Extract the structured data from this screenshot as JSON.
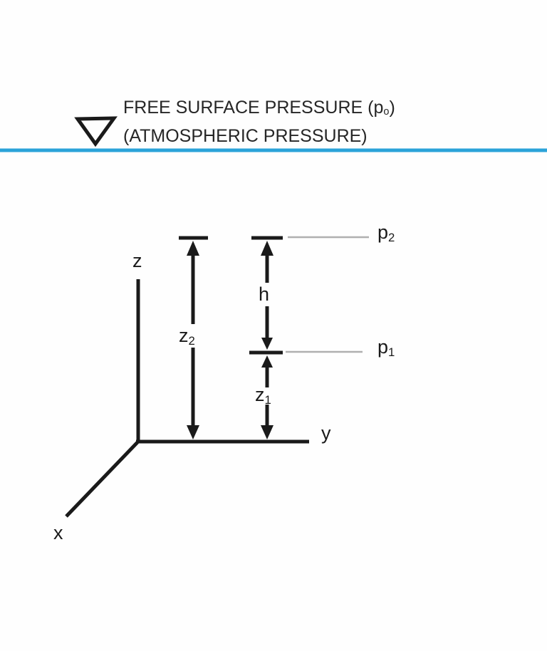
{
  "title": {
    "line1_prefix": "FREE SURFACE PRESSURE (p",
    "line1_sub": "o",
    "line1_suffix": ")",
    "line2": "(ATMOSPHERIC PRESSURE)"
  },
  "axis_labels": {
    "x": "x",
    "y": "y",
    "z": "z"
  },
  "dimension_labels": {
    "z2_base": "z",
    "z2_sub": "2",
    "h": "h",
    "z1_base": "z",
    "z1_sub": "1"
  },
  "pressure_labels": {
    "p2_base": "p",
    "p2_sub": "2",
    "p1_base": "p",
    "p1_sub": "1"
  },
  "colors": {
    "water_line": "#2ba3d9",
    "leader_line": "#b0b0b0",
    "ink": "#1a1a1a"
  }
}
